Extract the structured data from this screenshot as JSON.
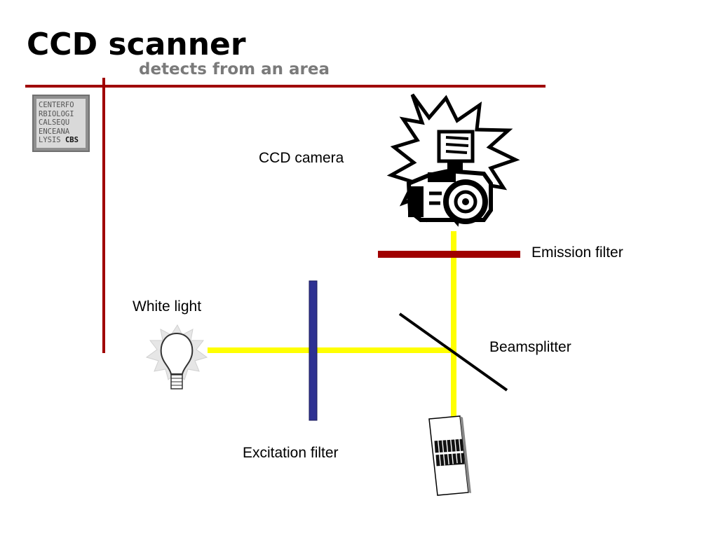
{
  "slide": {
    "title": "CCD scanner",
    "subtitle": "detects from an area"
  },
  "logo": {
    "lines": [
      "CENTERFO",
      "RBIOLOGI",
      "CALSEQU",
      "ENCEANA"
    ],
    "last_line_prefix": "LYSIS ",
    "last_line_bold": "CBS"
  },
  "labels": {
    "ccd_camera": "CCD camera",
    "emission_filter": "Emission filter",
    "white_light": "White light",
    "beamsplitter": "Beamsplitter",
    "excitation_filter": "Excitation filter"
  },
  "colors": {
    "accent_rule": "#a00000",
    "light_path": "#ffff00",
    "excitation_filter": "#2e3192",
    "emission_filter": "#a00000",
    "subtitle": "#7a7a7a"
  },
  "icons": {
    "camera": "camera-flash-icon",
    "bulb": "light-bulb-icon",
    "sample": "microarray-slide-icon"
  }
}
